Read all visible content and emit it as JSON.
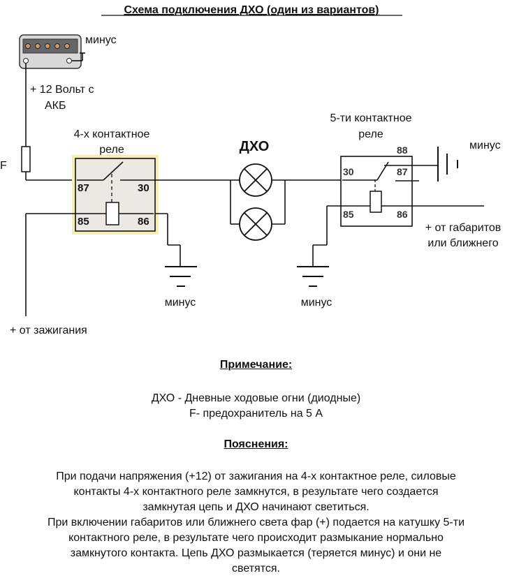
{
  "title": "Схема подключения ДХО (один из вариантов)",
  "labels": {
    "battery_minus": "минус",
    "battery_plus_1": "+ 12 Вольт с",
    "battery_plus_2": "АКБ",
    "fuse": "F",
    "relay4_1": "4-х контактное",
    "relay4_2": "реле",
    "dho": "ДХО",
    "relay5_1": "5-ти контактное",
    "relay5_2": "реле",
    "relay5_minus": "минус",
    "parking_1": "+ от габаритов",
    "parking_2": "или ближнего",
    "ground_left": "минус",
    "ground_right": "минус",
    "ignition": "+ от зажигания"
  },
  "pins4": {
    "p87": "87",
    "p30": "30",
    "p85": "85",
    "p86": "86"
  },
  "pins5": {
    "p88": "88",
    "p30": "30",
    "p87": "87",
    "p85": "85",
    "p86": "86"
  },
  "note": {
    "heading": "Примечание:",
    "line1": "ДХО - Дневные ходовые огни (диодные)",
    "line2": "F- предохранитель на 5 А"
  },
  "explain": {
    "heading": "Пояснения:",
    "lines": [
      "При подачи напряжения (+12) от зажигания на 4-х контактное реле, силовые",
      "контакты 4-х контактного реле замкнутся, в результате чего создается",
      "замкнутая цепь и ДХО начинают светиться.",
      "При включении габаритов или ближнего света фар (+) подается на катушку 5-ти",
      "контактного реле, в результате чего происходит размыкание нормально",
      "замкнутого контакта. Цепь ДХО размыкается (теряется минус) и они не",
      "светятся."
    ]
  },
  "colors": {
    "relay4_glow": "#f3efb0",
    "relay4_body": "#ece9e4",
    "battery": "#d9d9d9"
  }
}
